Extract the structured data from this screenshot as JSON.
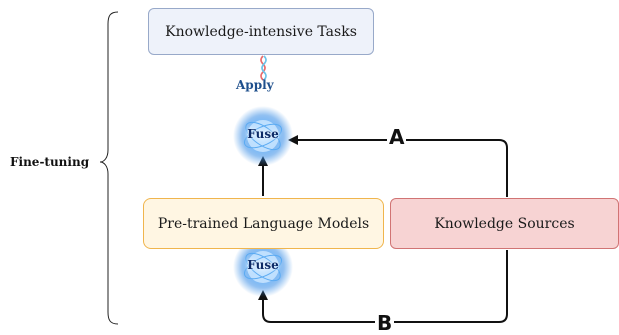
{
  "diagram": {
    "bracket_label": "Fine-tuning",
    "tasks_box": "Knowledge-intensive Tasks",
    "plm_box": "Pre-trained Language Models",
    "ks_box": "Knowledge Sources",
    "apply_label": "Apply",
    "fuse_top": "Fuse",
    "fuse_bottom": "Fuse",
    "path_a": "A",
    "path_b": "B"
  },
  "colors": {
    "tasks_fill": "#eef2fa",
    "plm_fill": "#fff6e3",
    "ks_fill": "#f7d3d3",
    "fuse_glow": "#4aa3ff",
    "apply_text": "#1e4f8c"
  },
  "icons": [
    "fuse-orb-icon",
    "wavy-connector-icon"
  ]
}
